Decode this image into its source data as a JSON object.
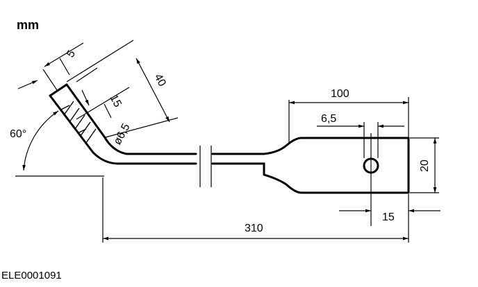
{
  "unit_label": "mm",
  "drawing_code": "ELE0001091",
  "dimensions": {
    "angle": "60°",
    "bend_depth": "5",
    "bend_offset": "15",
    "bend_length": "40",
    "bend_hole": "ø6,5",
    "flat_length": "100",
    "hole_diameter": "6,5",
    "flat_width": "20",
    "hole_edge": "15",
    "total_length": "310"
  }
}
